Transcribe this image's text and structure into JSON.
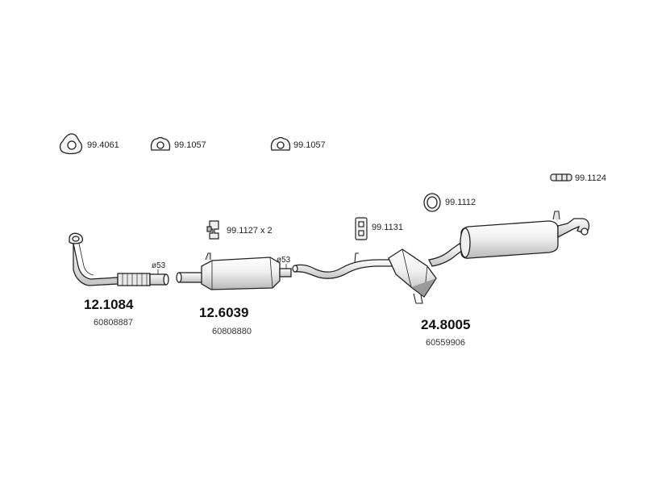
{
  "hardware": {
    "h1": "99.4061",
    "h2": "99.1057",
    "h3": "99.1057",
    "h4": "99.1124",
    "h5": "99.1112",
    "h6": "99.1127 x 2",
    "h7": "99.1131"
  },
  "parts": [
    {
      "number": "12.1084",
      "ref": "60808887",
      "diameter": "ø53"
    },
    {
      "number": "12.6039",
      "ref": "60808880",
      "diameter": "ø53"
    },
    {
      "number": "24.8005",
      "ref": "60559906"
    }
  ],
  "colors": {
    "outline": "#222222",
    "fill_light": "#f2f2f2",
    "fill_mid": "#d9d9d9",
    "fill_dark": "#9a9a9a"
  }
}
